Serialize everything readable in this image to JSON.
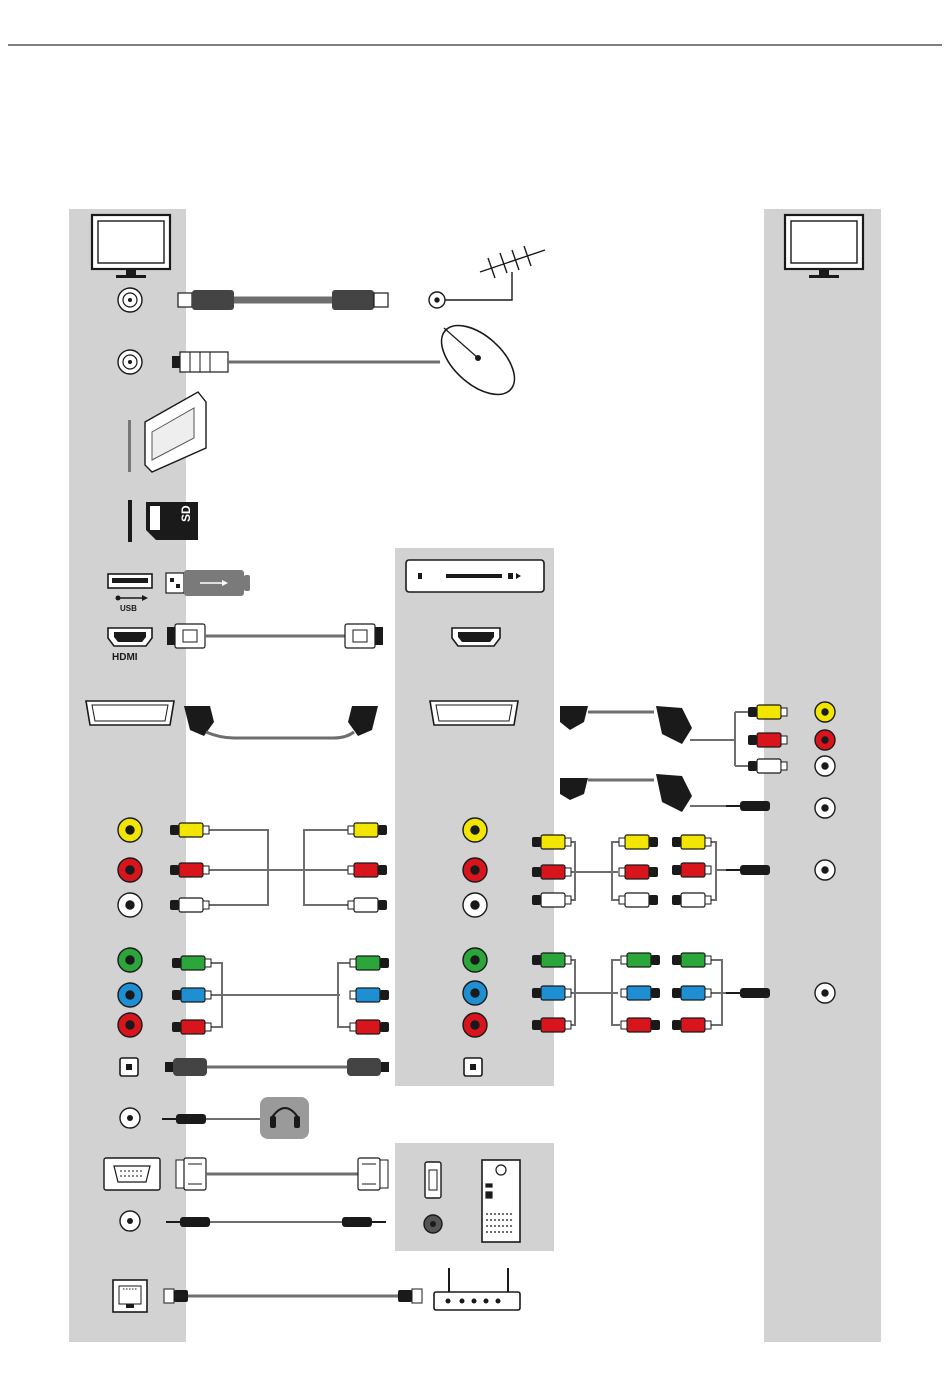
{
  "labels": {
    "usb": "USB",
    "hdmi": "HDMI",
    "sd": "SD"
  },
  "colors": {
    "panel": "#d2d2d2",
    "cable": "#6e6e6e",
    "yellow": "#f2e600",
    "red": "#d8141c",
    "white": "#ffffff",
    "green": "#2aa63a",
    "blue": "#1e8fd2",
    "black": "#1a1a1a"
  },
  "icons": [
    "tv-icon",
    "antenna-icon",
    "satellite-dish-icon",
    "ci-card-icon",
    "sd-card-icon",
    "usb-stick-icon",
    "hdmi-port-icon",
    "scart-port-icon",
    "rca-jack-icon",
    "optical-port-icon",
    "headphones-icon",
    "vga-port-icon",
    "pc-tower-icon",
    "ethernet-port-icon",
    "router-icon",
    "media-player-icon"
  ]
}
